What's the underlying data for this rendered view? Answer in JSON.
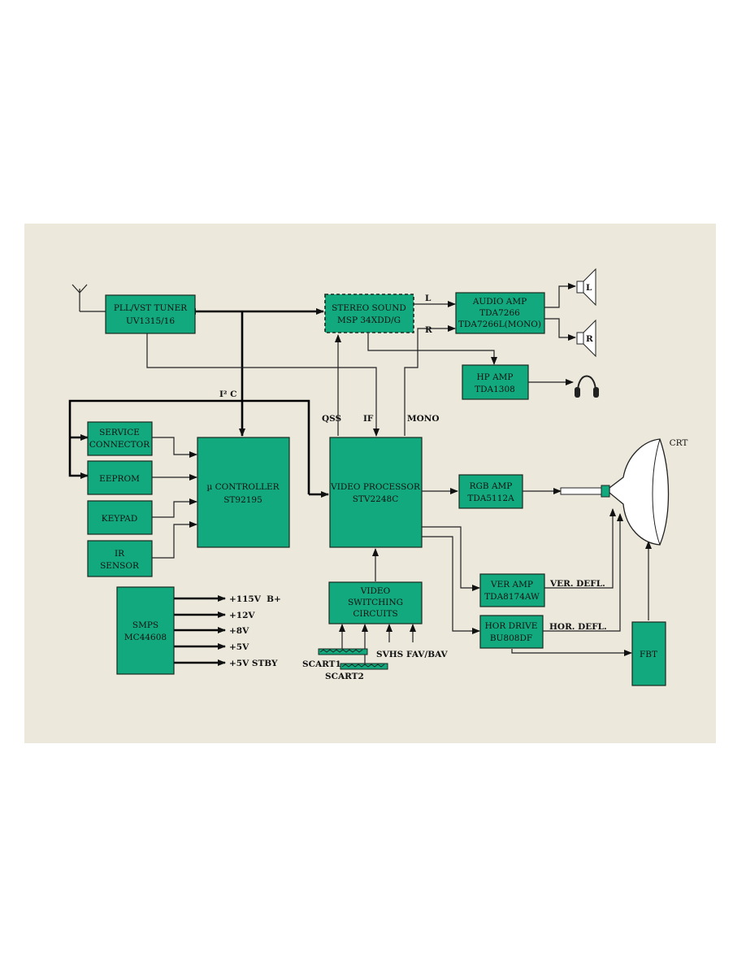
{
  "blocks": {
    "tuner": {
      "line1": "PLL/VST TUNER",
      "line2": "UV1315/16"
    },
    "stereo": {
      "line1": "STEREO SOUND",
      "line2": "MSP 34XDD/G"
    },
    "audio": {
      "line1": "AUDIO AMP",
      "line2": "TDA7266",
      "line3": "TDA7266L(MONO)"
    },
    "hp": {
      "line1": "HP AMP",
      "line2": "TDA1308"
    },
    "service": {
      "line1": "SERVICE",
      "line2": "CONNECTOR"
    },
    "eeprom": {
      "line1": "EEPROM"
    },
    "keypad": {
      "line1": "KEYPAD"
    },
    "ir": {
      "line1": "IR",
      "line2": "SENSOR"
    },
    "micro": {
      "line1": "µ CONTROLLER",
      "line2": "ST92195"
    },
    "video": {
      "line1": "VIDEO PROCESSOR",
      "line2": "STV2248C"
    },
    "rgb": {
      "line1": "RGB AMP",
      "line2": "TDA5112A"
    },
    "ver": {
      "line1": "VER AMP",
      "line2": "TDA8174AW"
    },
    "hor": {
      "line1": "HOR DRIVE",
      "line2": "BU808DF"
    },
    "fbt": {
      "line1": "FBT"
    },
    "smps": {
      "line1": "SMPS",
      "line2": "MC44608"
    },
    "switch": {
      "line1": "VIDEO",
      "line2": "SWITCHING",
      "line3": "CIRCUITS"
    }
  },
  "labels": {
    "l": "L",
    "r": "R",
    "i2c": "I² C",
    "qss": "QSS",
    "if": "IF",
    "mono": "MONO",
    "crt": "CRT",
    "spk_l": "L",
    "spk_r": "R",
    "ver_defl": "VER. DEFL.",
    "hor_defl": "HOR. DEFL.",
    "scart1": "SCART1",
    "scart2": "SCART2",
    "svhs": "SVHS",
    "fav": "FAV/BAV"
  },
  "supply": [
    "+115V  B+",
    "+12V",
    "+8V",
    "+5V",
    "+5V STBY"
  ],
  "colors": {
    "block": "#12a97e",
    "background": "#ece8dc",
    "line": "#222222"
  }
}
